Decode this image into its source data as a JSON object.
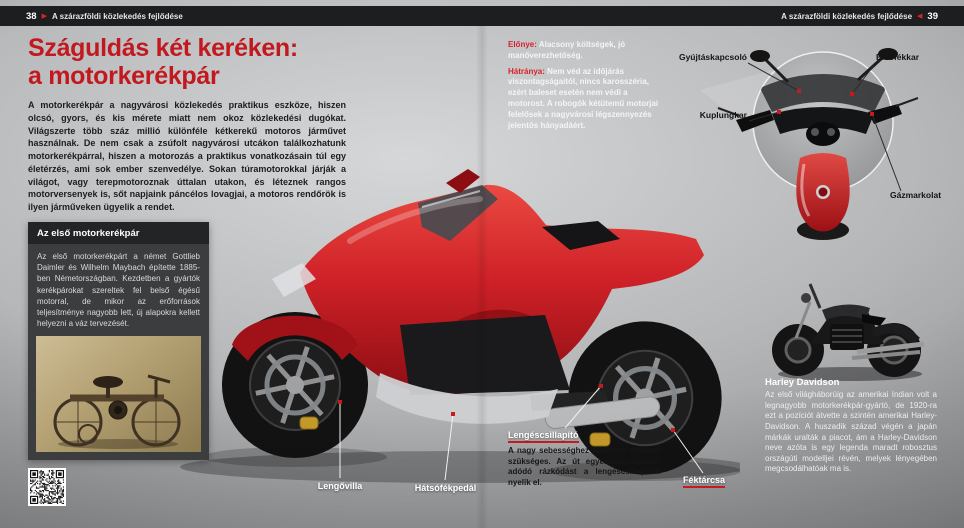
{
  "colors": {
    "accent_red": "#c8191f",
    "header_bg": "#1d1e20",
    "sidebar_bg": "#3b3d3f",
    "bike_red": "#cf2128"
  },
  "icons": {
    "arrow_right": "▶",
    "arrow_left": "◀"
  },
  "header": {
    "left": {
      "page_number": "38",
      "chapter": "A szárazföldi közlekedés fejlődése"
    },
    "right": {
      "page_number": "39",
      "chapter": "A szárazföldi közlekedés fejlődése"
    }
  },
  "intro": {
    "title_line1": "Száguldás két keréken:",
    "title_line2": "a motorkerékpár",
    "body": "A motorkerékpár a nagyvárosi közlekedés praktikus eszköze, hiszen olcsó, gyors, és kis mérete miatt nem okoz közlekedési dugókat. Világszerte több száz millió különféle kétkerekű motoros járművet használnak. De nem csak a zsúfolt nagyvárosi utcákon találkozhatunk motorkerékpárral, hiszen a motorozás a praktikus vonatkozásain túl egy életérzés, ami sok ember szenvedélye. Sokan túramotorokkal járják a világot, vagy terepmotoroznak úttalan utakon, és léteznek rangos motorversenyek is, sőt napjaink páncélos lovagjai, a motoros rendőrök is ilyen járműveken ügyelik a rendet."
  },
  "first_motorcycle": {
    "title": "Az első motorkerékpár",
    "body": "Az első motorkerékpárt a német Gottlieb Daimler és Wilhelm Maybach építette 1885-ben Németországban. Kezdetben a gyártók kerékpárokat szereltek fel belső égésű motorral, de mikor az erőforrások teljesítménye nagyobb lett, új alapokra kellett helyezni a váz tervezését."
  },
  "pros_cons": {
    "advantage_label": "Előnye:",
    "advantage_text": " Alacsony költségek, jó manőverezhetőség.",
    "disadvantage_label": "Hátránya:",
    "disadvantage_text": " Nem véd az időjárás viszontagságaitól, nincs karosszéria, ezért baleset esetén nem védi a motorost. A robogók kétütemű motorjai felelősek a nagyvárosi légszennyezés jelentős hányadáért."
  },
  "scooter_callouts": [
    {
      "label": "Gyújtáskapcsoló"
    },
    {
      "label": "Elsőfékkar"
    },
    {
      "label": "Kuplungkar"
    },
    {
      "label": "Gázmarkolat"
    }
  ],
  "bike_callouts": [
    {
      "label": "Lengővilla"
    },
    {
      "label": "Hátsófékpedál"
    },
    {
      "label": "Féktárcsa"
    }
  ],
  "shock_absorber": {
    "label": "Lengéscsillapító",
    "body": "A nagy sebességhez tökéletes úttartás szükséges. Az út egyenetlenségeiből adódó rázkódást a lengéscsillapítók nyelik el."
  },
  "harley": {
    "title": "Harley Davidson",
    "body": "Az első világháborúig az amerikai Indian volt a legnagyobb motorkerékpár-gyártó, de 1920-ra ezt a pozíciót átvette a szintén amerikai Harley-Davidson. A huszadik század végén a japán márkák uralták a piacot, ám a Harley-Davidson neve azóta is egy legenda maradt robosztus országúti modelljei révén, melyek lényegében megcsodálhatóak ma is."
  }
}
